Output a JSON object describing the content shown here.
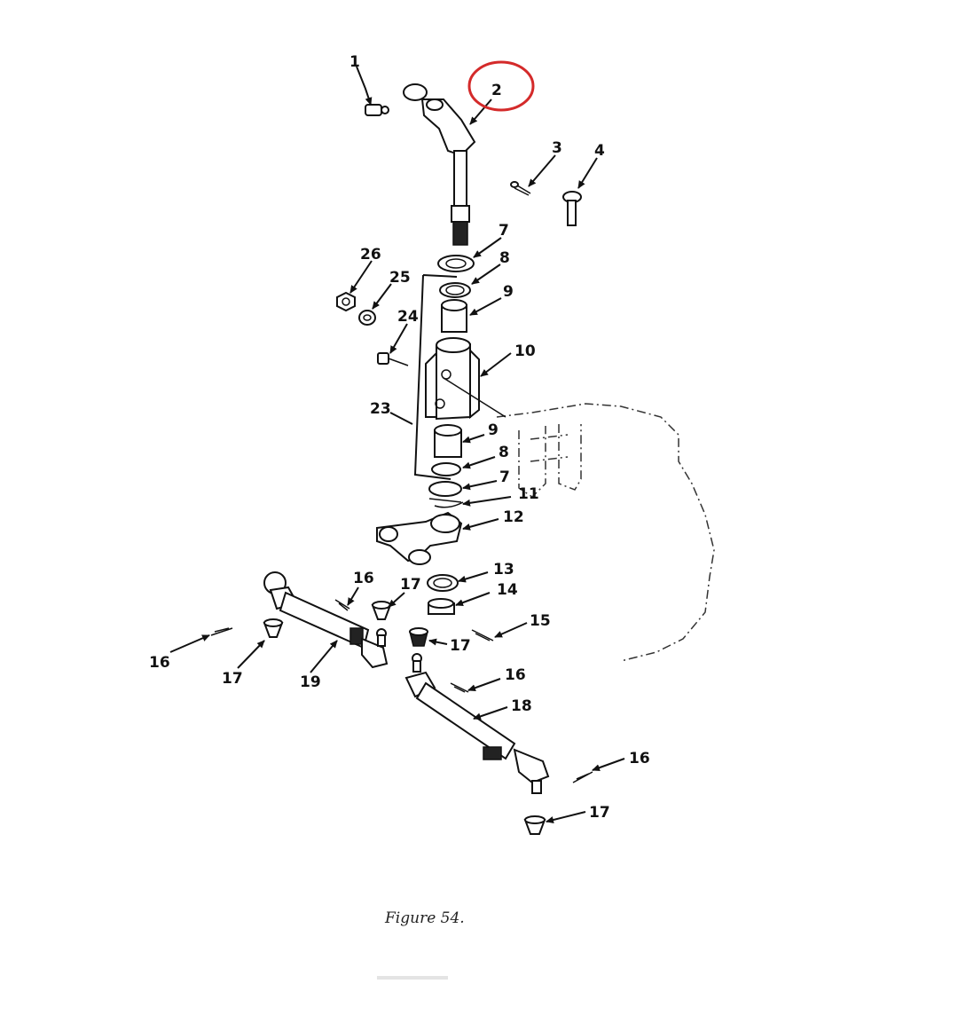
{
  "figure": {
    "caption": "Figure 54.",
    "highlight_color": "#d42a2a",
    "line_color": "#111111",
    "callouts": [
      "1",
      "2",
      "3",
      "4",
      "7",
      "8",
      "9",
      "26",
      "25",
      "24",
      "10",
      "23",
      "9",
      "8",
      "7",
      "11",
      "12",
      "13",
      "14",
      "16",
      "17",
      "15",
      "16",
      "17",
      "17",
      "19",
      "16",
      "18",
      "16",
      "17"
    ]
  }
}
